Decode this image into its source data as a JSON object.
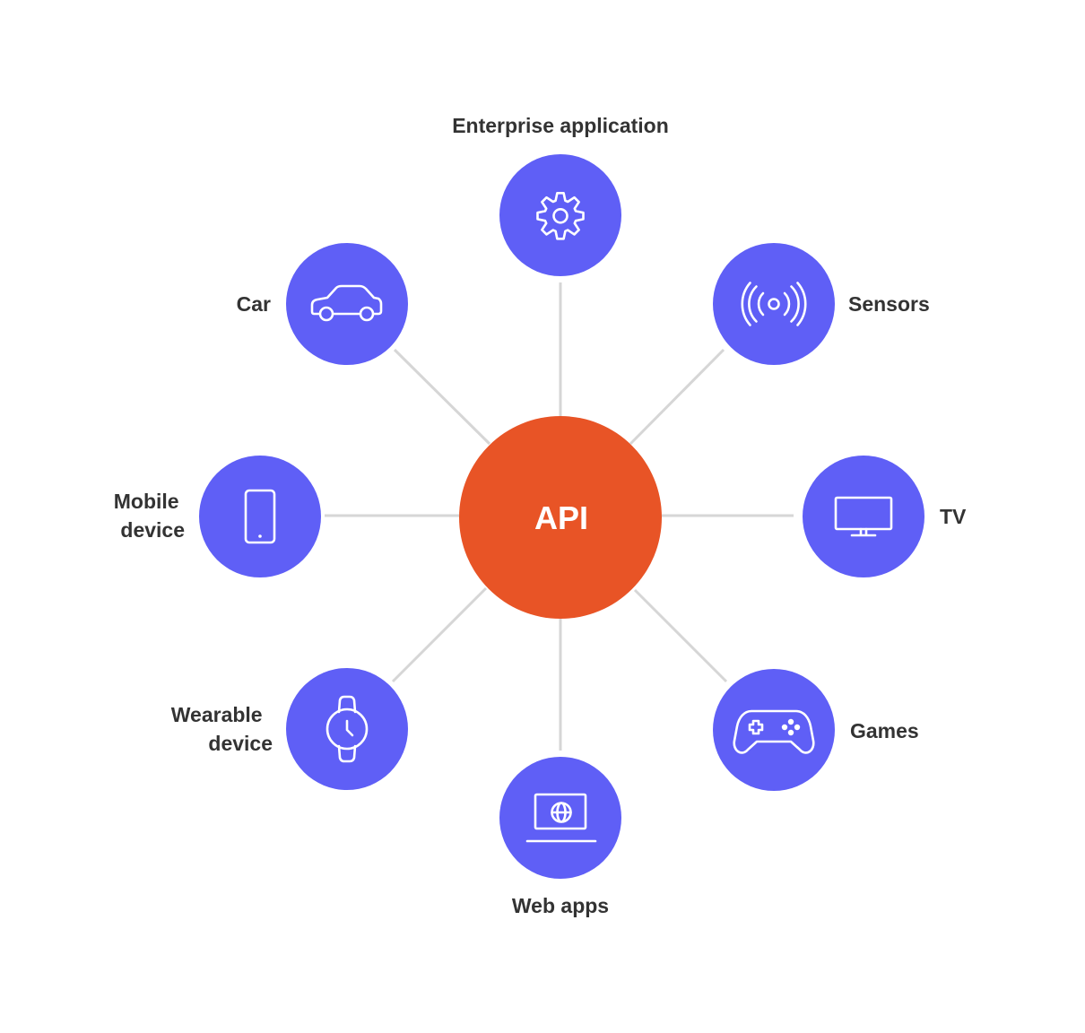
{
  "colors": {
    "node": "#5f5ff6",
    "hub": "#e85426",
    "connector": "#d6d6d6",
    "label": "#333333"
  },
  "hub": {
    "label": "API"
  },
  "nodes": [
    {
      "label_lines": [
        "Enterprise application"
      ],
      "icon": "gear-icon"
    },
    {
      "label_lines": [
        "Sensors"
      ],
      "icon": "wireless-signal-icon"
    },
    {
      "label_lines": [
        "TV"
      ],
      "icon": "tv-icon"
    },
    {
      "label_lines": [
        "Games"
      ],
      "icon": "gamepad-icon"
    },
    {
      "label_lines": [
        "Web apps"
      ],
      "icon": "laptop-globe-icon"
    },
    {
      "label_lines": [
        "Wearable",
        "device"
      ],
      "icon": "watch-icon"
    },
    {
      "label_lines": [
        "Mobile",
        "device"
      ],
      "icon": "smartphone-icon"
    },
    {
      "label_lines": [
        "Car"
      ],
      "icon": "car-icon"
    }
  ]
}
